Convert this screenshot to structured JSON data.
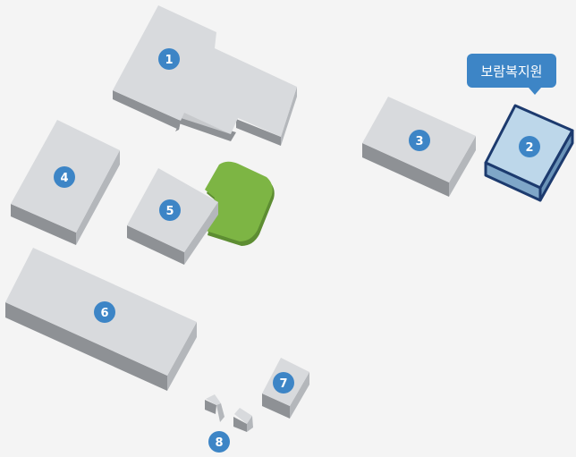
{
  "map": {
    "colors": {
      "background": "#f4f4f4",
      "building_top": "#d8dadd",
      "building_side_dark": "#8e9195",
      "building_side_light": "#b4b7bb",
      "highlight_top": "#bdd7ea",
      "highlight_outline": "#1c3a6e",
      "green_area": "#7db544",
      "marker": "#3d85c6"
    },
    "buildings": [
      {
        "number": "1"
      },
      {
        "number": "2",
        "selected": true,
        "name": "보람복지원"
      },
      {
        "number": "3"
      },
      {
        "number": "4"
      },
      {
        "number": "5"
      },
      {
        "number": "6"
      },
      {
        "number": "7"
      },
      {
        "number": "8"
      }
    ],
    "tooltip": {
      "label": "보람복지원"
    }
  }
}
